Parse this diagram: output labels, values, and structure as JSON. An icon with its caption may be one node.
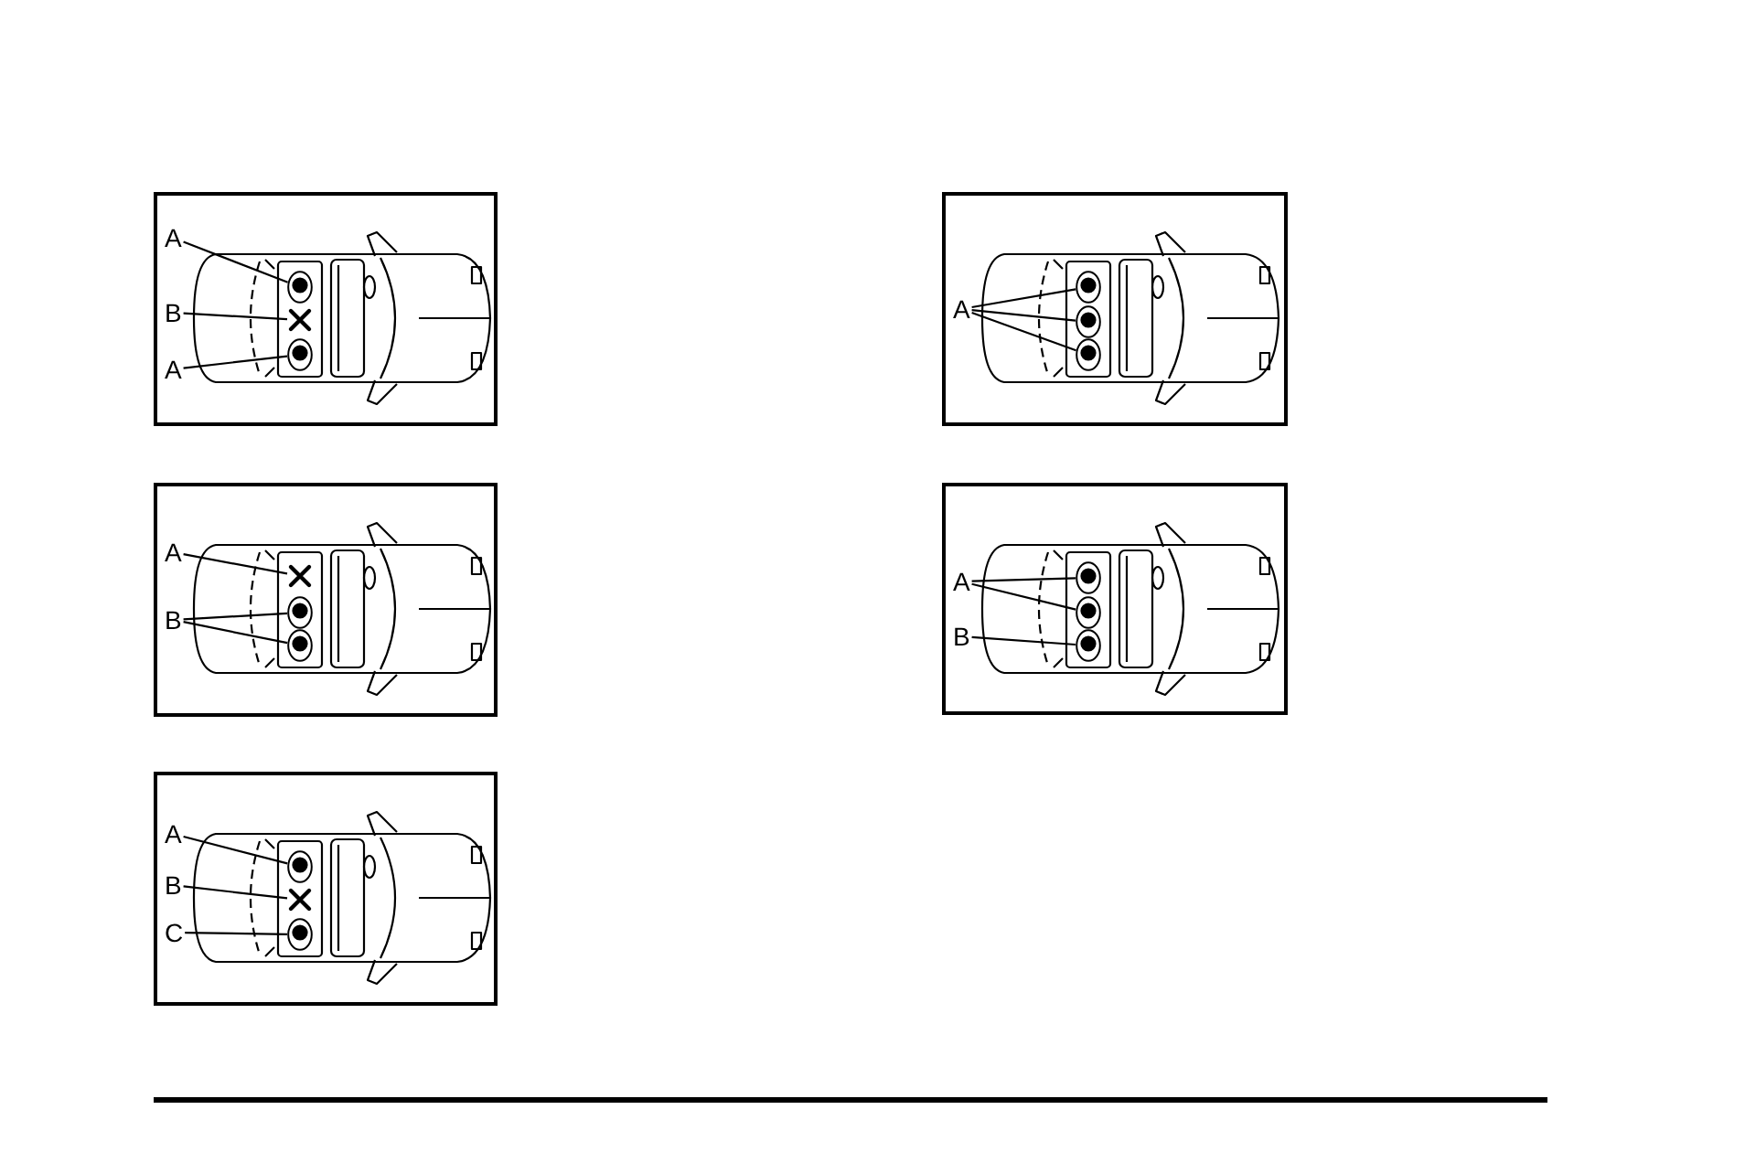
{
  "diagram": {
    "nodes": [
      {
        "text": [],
        "shape": "box"
      },
      {
        "text": [
          "A"
        ],
        "in": 0
      },
      {
        "text": [
          "B"
        ],
        "in": 0
      },
      {
        "text": [
          "A"
        ],
        "in": 0
      },
      {
        "text": [],
        "shape": "circle",
        "in": 0
      },
      {
        "text": [],
        "shape": "cross",
        "in": 0
      },
      {
        "text": [],
        "shape": "circle",
        "in": 0
      },
      {
        "text": [],
        "shape": "box"
      },
      {
        "text": [
          "A"
        ],
        "in": 7
      },
      {
        "text": [
          "B"
        ],
        "in": 7
      },
      {
        "text": [],
        "shape": "cross",
        "in": 7
      },
      {
        "text": [],
        "shape": "circle",
        "in": 7
      },
      {
        "text": [],
        "shape": "circle",
        "in": 7
      },
      {
        "text": [],
        "shape": "box"
      },
      {
        "text": [
          "A"
        ],
        "in": 13
      },
      {
        "text": [
          "B"
        ],
        "in": 13
      },
      {
        "text": [
          "C"
        ],
        "in": 13
      },
      {
        "text": [],
        "shape": "circle",
        "in": 13
      },
      {
        "text": [],
        "shape": "cross",
        "in": 13
      },
      {
        "text": [],
        "shape": "circle",
        "in": 13
      },
      {
        "text": [],
        "shape": "box"
      },
      {
        "text": [
          "A"
        ],
        "in": 20
      },
      {
        "text": [],
        "shape": "circle",
        "in": 20
      },
      {
        "text": [],
        "shape": "circle",
        "in": 20
      },
      {
        "text": [],
        "shape": "circle",
        "in": 20
      },
      {
        "text": [],
        "shape": "box"
      },
      {
        "text": [
          "A"
        ],
        "in": 25
      },
      {
        "text": [
          "B"
        ],
        "in": 25
      },
      {
        "text": [],
        "shape": "circle",
        "in": 25
      },
      {
        "text": [],
        "shape": "circle",
        "in": 25
      },
      {
        "text": [],
        "shape": "circle",
        "in": 25
      }
    ],
    "edges": [
      {
        "from": 1,
        "to": 4,
        "arrow": "none"
      },
      {
        "from": 2,
        "to": 5,
        "arrow": "none"
      },
      {
        "from": 3,
        "to": 6,
        "arrow": "none"
      },
      {
        "from": 8,
        "to": 10,
        "arrow": "none"
      },
      {
        "from": 9,
        "to": 11,
        "arrow": "none"
      },
      {
        "from": 9,
        "to": 12,
        "arrow": "none"
      },
      {
        "from": 14,
        "to": 17,
        "arrow": "none"
      },
      {
        "from": 15,
        "to": 18,
        "arrow": "none"
      },
      {
        "from": 16,
        "to": 19,
        "arrow": "none"
      },
      {
        "from": 21,
        "to": 22,
        "arrow": "none"
      },
      {
        "from": 21,
        "to": 23,
        "arrow": "none"
      },
      {
        "from": 21,
        "to": 24,
        "arrow": "none"
      },
      {
        "from": 26,
        "to": 28,
        "arrow": "none"
      },
      {
        "from": 26,
        "to": 29,
        "arrow": "none"
      },
      {
        "from": 27,
        "to": 30,
        "arrow": "none"
      }
    ]
  }
}
